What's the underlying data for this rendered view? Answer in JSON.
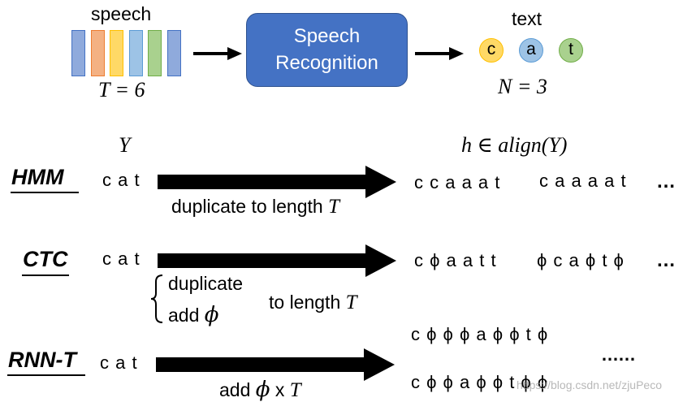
{
  "top": {
    "speech_label": "speech",
    "T_label": "T = 6",
    "box_text_line1": "Speech",
    "box_text_line2": "Recognition",
    "text_label": "text",
    "tokens": [
      "c",
      "a",
      "t"
    ],
    "N_label": "N = 3",
    "bar_colors": [
      {
        "fill": "#8faadc",
        "stroke": "#4472c4"
      },
      {
        "fill": "#f4b183",
        "stroke": "#ed7d31"
      },
      {
        "fill": "#ffd966",
        "stroke": "#ffc000"
      },
      {
        "fill": "#9dc3e6",
        "stroke": "#5b9bd5"
      },
      {
        "fill": "#a9d18e",
        "stroke": "#70ad47"
      },
      {
        "fill": "#8faadc",
        "stroke": "#4472c4"
      }
    ],
    "token_colors": [
      {
        "fill": "#ffd966",
        "stroke": "#ffc000"
      },
      {
        "fill": "#9dc3e6",
        "stroke": "#5b9bd5"
      },
      {
        "fill": "#a9d18e",
        "stroke": "#70ad47"
      }
    ]
  },
  "headers": {
    "left": "Y",
    "right": "h ∈ align(Y)"
  },
  "hmm": {
    "name": "HMM",
    "input": "c a t",
    "caption_prefix": "duplicate to length",
    "caption_var": "T",
    "out1": "c c a a a t",
    "out2": "c a a a a t",
    "ellipsis": "…"
  },
  "ctc": {
    "name": "CTC",
    "input": "c a t",
    "brace_line1": "duplicate",
    "brace_line2_prefix": "add",
    "brace_line2_phi": "ϕ",
    "caption_prefix": "to length",
    "caption_var": "T",
    "out1": "c ϕ a a t t",
    "out2": "ϕ c a ϕ t ϕ",
    "ellipsis": "…"
  },
  "rnnt": {
    "name": "RNN-T",
    "input": "c a t",
    "caption_prefix": "add",
    "caption_phi": "ϕ",
    "caption_mid": "x",
    "caption_var": "T",
    "out1": "c ϕ ϕ ϕ a ϕ ϕ t ϕ",
    "out2": "c ϕ ϕ a ϕ ϕ t ϕ ϕ",
    "ellipsis": "……"
  },
  "watermark": "https://blog.csdn.net/zjuPeco"
}
